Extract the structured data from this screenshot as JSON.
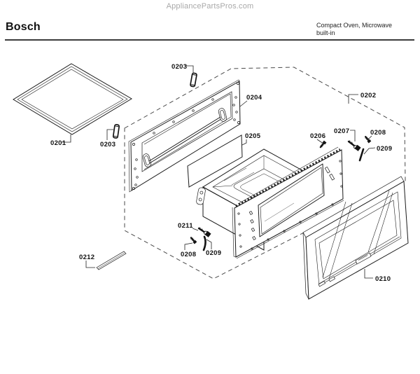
{
  "header": {
    "watermark": "AppliancePartsPros.com",
    "brand": "Bosch",
    "model_line1": "Compact Oven, Microwave",
    "model_line2": "built-in"
  },
  "diagram": {
    "callouts": [
      {
        "label": "0201"
      },
      {
        "label": "0203"
      },
      {
        "label": "0203"
      },
      {
        "label": "0204"
      },
      {
        "label": "0202"
      },
      {
        "label": "0205"
      },
      {
        "label": "0206"
      },
      {
        "label": "0207"
      },
      {
        "label": "0208"
      },
      {
        "label": "0209"
      },
      {
        "label": "0211"
      },
      {
        "label": "0208"
      },
      {
        "label": "0209"
      },
      {
        "label": "0212"
      },
      {
        "label": "0210"
      }
    ]
  },
  "colors": {
    "line": "#1a1a1a",
    "dashed_outline": "#4a4a4a",
    "watermark": "#a8a8a8",
    "background": "#ffffff"
  }
}
